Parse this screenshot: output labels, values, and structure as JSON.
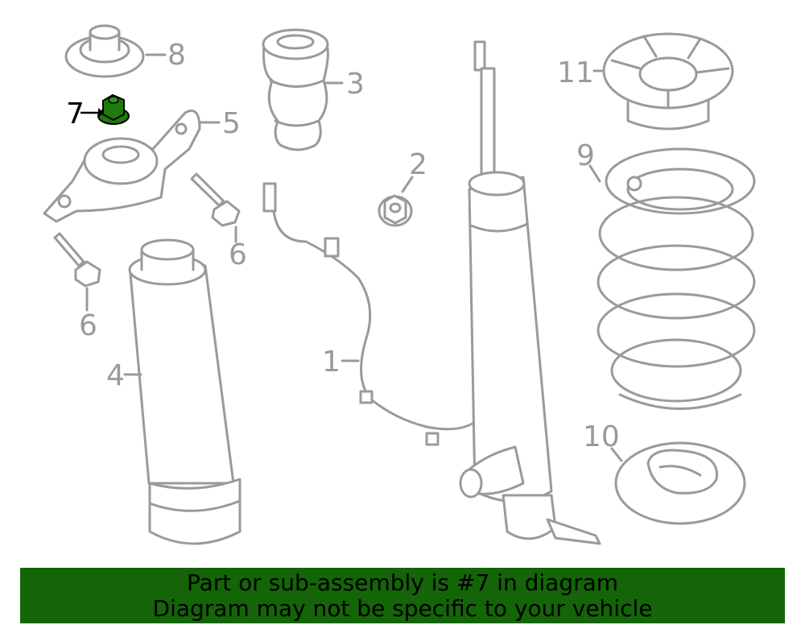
{
  "callouts": {
    "c1": "1",
    "c2": "2",
    "c3": "3",
    "c4": "4",
    "c5": "5",
    "c6a": "6",
    "c6b": "6",
    "c7": "7",
    "c8": "8",
    "c9": "9",
    "c10": "10",
    "c11": "11"
  },
  "highlight": {
    "part": "7",
    "color": "#1d7a0c"
  },
  "banner": {
    "line1": "Part or sub-assembly is #7 in diagram",
    "line2": "Diagram may not be specific to your vehicle",
    "color": "#146408"
  }
}
